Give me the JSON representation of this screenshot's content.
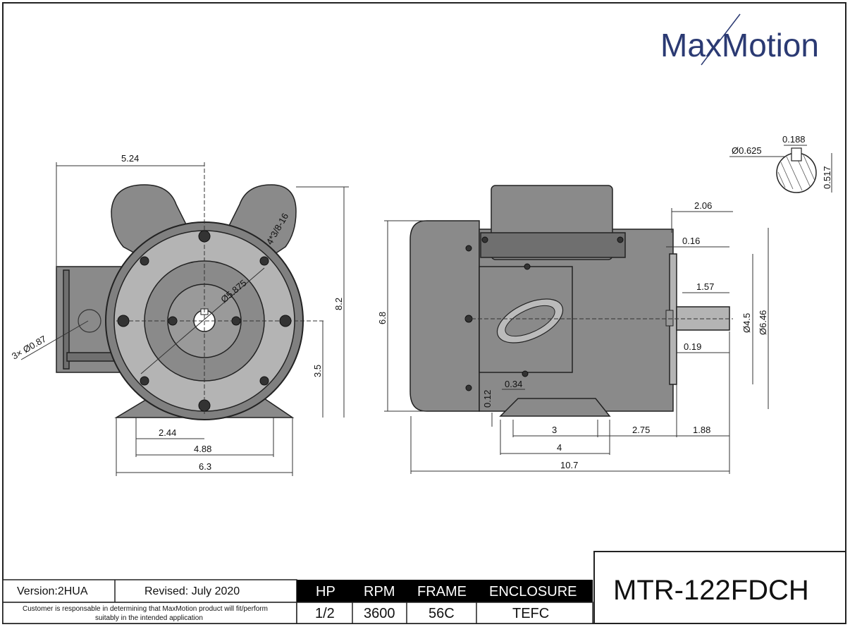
{
  "brand": {
    "name_part1": "Ma",
    "name_x": "x",
    "name_part2": "Motion",
    "color": "#2b3a73"
  },
  "front_view": {
    "dims": {
      "overall_to_center": "5.24",
      "height": "8.2",
      "shaft_height": "3.5",
      "bolt_circle": "Ø5.875",
      "tapped_holes": "4*3/8-16",
      "knockouts": "3× Ø0.87",
      "base_inner": "2.44",
      "base_holes": "4.88",
      "base_width": "6.3"
    }
  },
  "side_view": {
    "dims": {
      "height": "6.8",
      "shaft_ext": "2.06",
      "c016": "0.16",
      "key_len": "1.57",
      "c019": "0.19",
      "dia_45": "Ø4.5",
      "dia_646": "Ø6.46",
      "c012": "0.12",
      "c034": "0.34",
      "hole_spacing": "3",
      "base_to_face": "2.75",
      "shaft_len": "1.88",
      "base_len": "4",
      "overall_len": "10.7"
    }
  },
  "shaft_detail": {
    "dia": "Ø0.625",
    "key_width": "0.188",
    "key_depth": "0.517"
  },
  "title_block": {
    "version": "Version:2HUA",
    "revised": "Revised: July 2020",
    "disclaimer_line1": "Customer is responsable in determining that MaxMotion product will fit/perform",
    "disclaimer_line2": "suitably in the intended application",
    "headers": [
      "HP",
      "RPM",
      "FRAME",
      "ENCLOSURE"
    ],
    "values": [
      "1/2",
      "3600",
      "56C",
      "TEFC"
    ],
    "model": "MTR-122FDCH"
  }
}
